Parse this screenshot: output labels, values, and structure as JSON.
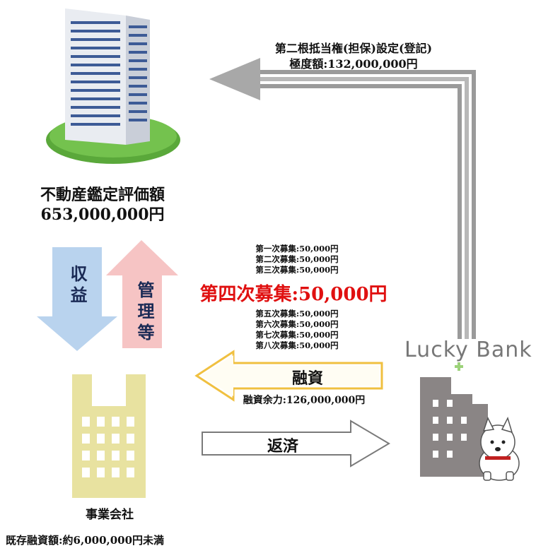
{
  "lien": {
    "line1": "第二根抵当権(担保)設定(登記)",
    "line2": "極度額:132,000,000円"
  },
  "appraisal": {
    "line1": "不動産鑑定評価額",
    "line2": "653,000,000円"
  },
  "arrows": {
    "income": "収益",
    "management": "管理等",
    "financing": "融資",
    "repayment": "返済"
  },
  "rounds_before": [
    "第一次募集:50,000円",
    "第二次募集:50,000円",
    "第三次募集:50,000円"
  ],
  "highlight_round": "第四次募集:50,000円",
  "rounds_after": [
    "第五次募集:50,000円",
    "第六次募集:50,000円",
    "第七次募集:50,000円",
    "第八次募集:50,000円"
  ],
  "financing_remaining": "融資余力:126,000,000円",
  "company": {
    "label": "事業会社",
    "existing_loan": "既存融資額:約6,000,000円未満"
  },
  "lender": {
    "name": "Lucky Bank"
  },
  "colors": {
    "highlight": "#e01010",
    "income_arrow": "#b9d3ee",
    "management_arrow": "#f6c4c4",
    "financing_arrow_border": "#f0c040",
    "lien_arrow": "#b0b0b0",
    "company_building": "#e8e2a0",
    "bank_building": "#8a8585"
  }
}
